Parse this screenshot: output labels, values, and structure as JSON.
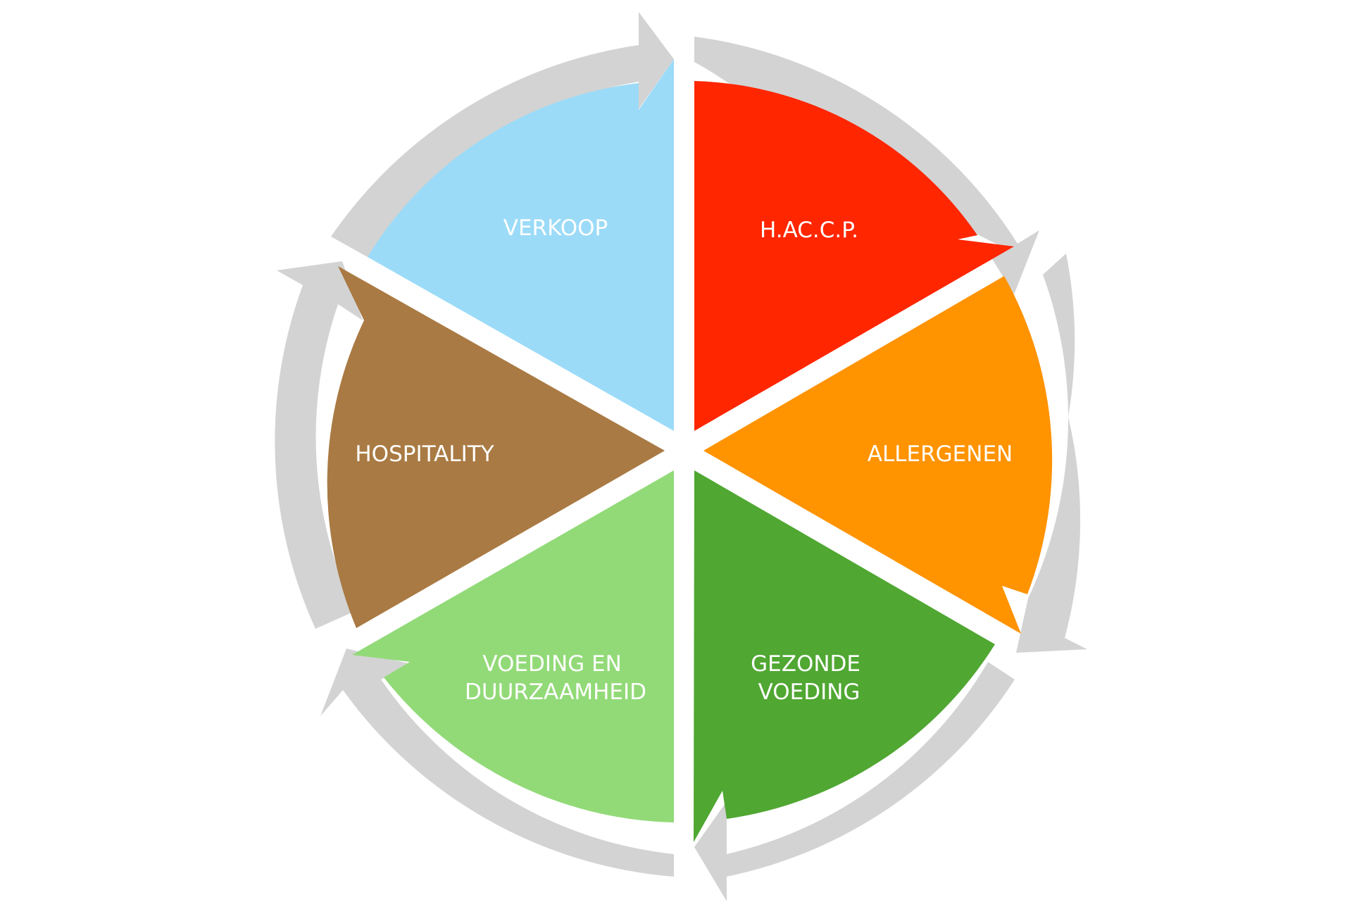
{
  "diagram": {
    "type": "cycle-wheel",
    "direction": "clockwise",
    "ring_color": "#d3d3d3",
    "segments": [
      {
        "key": "haccp",
        "lines": [
          "H.AC.C.P."
        ],
        "color": "#ff2600"
      },
      {
        "key": "allergenen",
        "lines": [
          "ALLERGENEN"
        ],
        "color": "#ff9300"
      },
      {
        "key": "gezonde",
        "lines": [
          "GEZONDE",
          "VOEDING"
        ],
        "color": "#50a732"
      },
      {
        "key": "duurzaamheid",
        "lines": [
          "VOEDING EN",
          "DUURZAAMHEID"
        ],
        "color": "#92da78"
      },
      {
        "key": "hospitality",
        "lines": [
          "HOSPITALITY"
        ],
        "color": "#a97a43"
      },
      {
        "key": "verkoop",
        "lines": [
          "VERKOOP"
        ],
        "color": "#9bdbf8"
      }
    ]
  }
}
